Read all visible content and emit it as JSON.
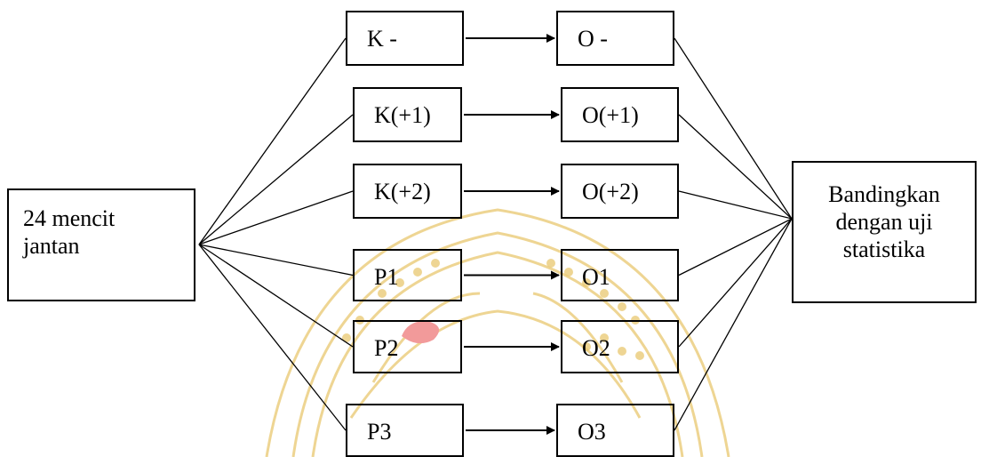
{
  "source": {
    "line1": "24 mencit",
    "line2": "jantan"
  },
  "target": {
    "line1": "Bandingkan",
    "line2": "dengan uji",
    "line3": "statistika"
  },
  "groups": [
    {
      "treatment": "K -",
      "observation": "O -"
    },
    {
      "treatment": "K(+1)",
      "observation": "O(+1)"
    },
    {
      "treatment": "K(+2)",
      "observation": "O(+2)"
    },
    {
      "treatment": "P1",
      "observation": "O1"
    },
    {
      "treatment": "P2",
      "observation": "O2"
    },
    {
      "treatment": "P3",
      "observation": "O3"
    }
  ],
  "watermark": {
    "color": "#e9c870",
    "accent": "#f29a9a",
    "icon": "university-seal-watermark"
  }
}
